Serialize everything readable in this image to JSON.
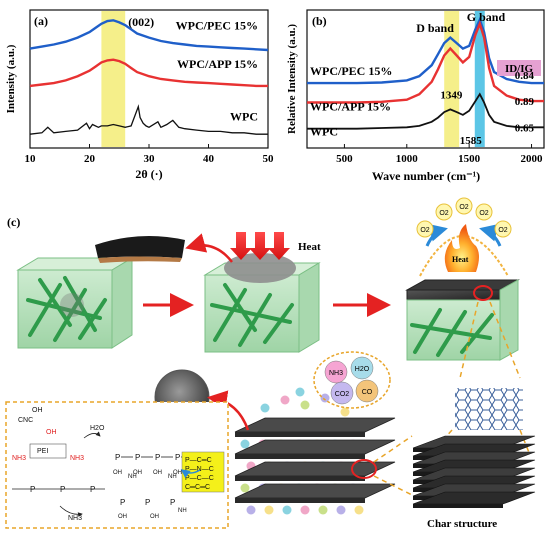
{
  "figure": {
    "panel_a_label": "(a)",
    "panel_b_label": "(b)",
    "panel_c_label": "(c)",
    "heat_label": "Heat",
    "fire_label": "Heat",
    "char_structure_label": "Char structure",
    "gas_labels": [
      "NH3",
      "H2O",
      "CO2",
      "CO"
    ],
    "o2_label": "O2",
    "chem": {
      "cnc": "CNC",
      "oh": "OH",
      "h2o": "H2O",
      "pei": "PEI",
      "nh3": "NH3",
      "p": "P",
      "nh": "NH",
      "bonds": [
        "P—C═C",
        "P—N—C",
        "P—C—C",
        "C═C═C"
      ]
    }
  },
  "chart_data": [
    {
      "panel": "(a)",
      "type": "line",
      "xlabel": "2θ (·)",
      "ylabel": "Intensity (a.u.)",
      "xlim": [
        10,
        50
      ],
      "xticks": [
        10,
        20,
        30,
        40,
        50
      ],
      "highlight": {
        "range": [
          22,
          26
        ],
        "label": "(002)",
        "color": "#f5ef8a"
      },
      "series": [
        {
          "name": "WPC/PEC 15%",
          "color": "#1f5fc9",
          "x": [
            10,
            12,
            14,
            16,
            18,
            20,
            21,
            22,
            23,
            24,
            25,
            26,
            27,
            28,
            30,
            32,
            34,
            36,
            38,
            40,
            42,
            44,
            46,
            48,
            50
          ],
          "y": [
            0.72,
            0.735,
            0.75,
            0.77,
            0.8,
            0.84,
            0.87,
            0.9,
            0.92,
            0.925,
            0.91,
            0.89,
            0.86,
            0.83,
            0.8,
            0.775,
            0.76,
            0.75,
            0.74,
            0.735,
            0.73,
            0.725,
            0.72,
            0.715,
            0.71
          ]
        },
        {
          "name": "WPC/APP 15%",
          "color": "#e83232",
          "x": [
            10,
            12,
            14,
            16,
            18,
            20,
            21,
            22,
            23,
            24,
            25,
            26,
            27,
            28,
            30,
            32,
            34,
            36,
            38,
            40,
            42,
            44,
            46,
            48,
            50
          ],
          "y": [
            0.45,
            0.46,
            0.47,
            0.49,
            0.52,
            0.56,
            0.59,
            0.62,
            0.635,
            0.64,
            0.63,
            0.61,
            0.58,
            0.55,
            0.52,
            0.5,
            0.49,
            0.48,
            0.475,
            0.47,
            0.465,
            0.46,
            0.455,
            0.45,
            0.45
          ]
        },
        {
          "name": "WPC",
          "color": "#111111",
          "x": [
            10,
            12,
            13,
            14,
            16,
            18,
            19.5,
            20,
            20.5,
            21.5,
            22,
            23,
            24,
            25,
            26,
            27,
            28.2,
            28.5,
            29,
            29.5,
            30,
            31.5,
            32,
            33,
            34,
            35,
            36,
            38,
            40,
            42,
            44,
            46,
            48,
            50
          ],
          "y": [
            0.1,
            0.11,
            0.15,
            0.11,
            0.12,
            0.13,
            0.18,
            0.14,
            0.17,
            0.15,
            0.16,
            0.16,
            0.17,
            0.16,
            0.15,
            0.16,
            0.3,
            0.22,
            0.18,
            0.16,
            0.15,
            0.19,
            0.15,
            0.17,
            0.2,
            0.15,
            0.14,
            0.13,
            0.12,
            0.12,
            0.11,
            0.11,
            0.1,
            0.1
          ]
        }
      ]
    },
    {
      "panel": "(b)",
      "type": "line",
      "xlabel": "Wave number (cm⁻¹)",
      "ylabel": "Relative Intensity (a.u.)",
      "xlim": [
        200,
        2100
      ],
      "xticks": [
        500,
        1000,
        1500,
        2000
      ],
      "bands": [
        {
          "label": "D band",
          "range": [
            1300,
            1420
          ],
          "color": "#f5ef8a"
        },
        {
          "label": "G band",
          "range": [
            1545,
            1625
          ],
          "color": "#5cc6e6"
        }
      ],
      "peak_labels": [
        {
          "label": "1349",
          "x": 1349
        },
        {
          "label": "1585",
          "x": 1585
        }
      ],
      "ratio_header": "ID/IG",
      "ratio_values": [
        "0.84",
        "0.89",
        "0.65"
      ],
      "series": [
        {
          "name": "WPC/PEC 15%",
          "color": "#1f5fc9",
          "x": [
            200,
            400,
            600,
            800,
            1000,
            1100,
            1200,
            1250,
            1300,
            1349,
            1400,
            1450,
            1500,
            1550,
            1585,
            1620,
            1660,
            1700,
            1800,
            1900,
            2000,
            2100
          ],
          "y": [
            0.47,
            0.47,
            0.47,
            0.475,
            0.49,
            0.52,
            0.6,
            0.68,
            0.76,
            0.8,
            0.76,
            0.72,
            0.74,
            0.86,
            0.93,
            0.84,
            0.65,
            0.55,
            0.5,
            0.48,
            0.47,
            0.47
          ]
        },
        {
          "name": "WPC/APP 15%",
          "color": "#e83232",
          "x": [
            200,
            400,
            600,
            800,
            1000,
            1100,
            1200,
            1250,
            1300,
            1349,
            1400,
            1450,
            1500,
            1550,
            1585,
            1620,
            1660,
            1700,
            1800,
            1900,
            2000,
            2100
          ],
          "y": [
            0.33,
            0.33,
            0.33,
            0.335,
            0.35,
            0.39,
            0.48,
            0.57,
            0.67,
            0.72,
            0.67,
            0.62,
            0.66,
            0.82,
            0.9,
            0.8,
            0.58,
            0.45,
            0.38,
            0.35,
            0.34,
            0.34
          ]
        },
        {
          "name": "WPC",
          "color": "#111111",
          "x": [
            200,
            400,
            600,
            800,
            1000,
            1100,
            1200,
            1250,
            1300,
            1349,
            1400,
            1450,
            1500,
            1550,
            1585,
            1620,
            1660,
            1700,
            1800,
            1900,
            2000,
            2100
          ],
          "y": [
            0.14,
            0.14,
            0.14,
            0.145,
            0.15,
            0.16,
            0.19,
            0.22,
            0.26,
            0.28,
            0.26,
            0.24,
            0.27,
            0.34,
            0.39,
            0.33,
            0.24,
            0.19,
            0.16,
            0.15,
            0.15,
            0.15
          ]
        }
      ]
    }
  ]
}
